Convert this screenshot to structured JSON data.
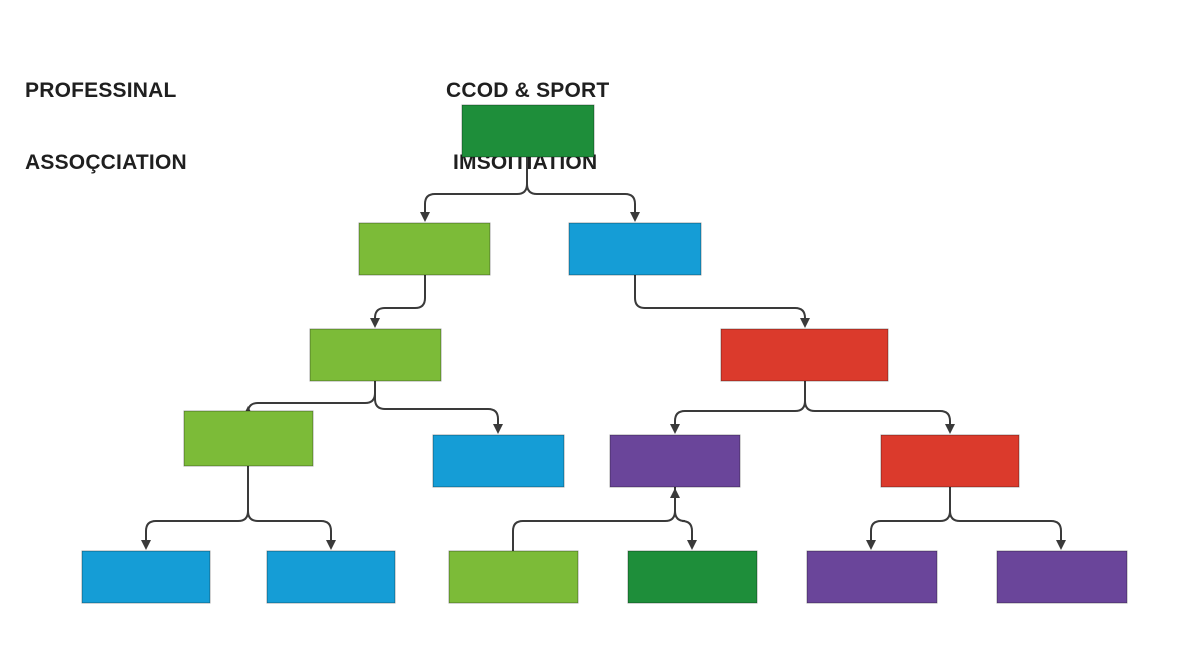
{
  "headings": {
    "left_line1": "PROFESSINAL",
    "left_line2": "ASSOÇCIATION",
    "center_line1": "CCOD & SPORT",
    "center_line2": "IMSOITIATION"
  },
  "colors": {
    "dark_green": "#1e8e3a",
    "light_green": "#7cbb38",
    "blue": "#159dd6",
    "red": "#db3a2c",
    "purple": "#6a459a",
    "connector": "#3a3a3a"
  },
  "nodes": [
    {
      "id": "root",
      "color": "dark_green",
      "label": ""
    },
    {
      "id": "l1-left",
      "color": "light_green",
      "label": ""
    },
    {
      "id": "l1-right",
      "color": "blue",
      "label": ""
    },
    {
      "id": "l2-left",
      "color": "light_green",
      "label": ""
    },
    {
      "id": "l2-right",
      "color": "red",
      "label": ""
    },
    {
      "id": "l3-a",
      "color": "light_green",
      "label": ""
    },
    {
      "id": "l3-b",
      "color": "blue",
      "label": ""
    },
    {
      "id": "l3-c",
      "color": "purple",
      "label": ""
    },
    {
      "id": "l3-d",
      "color": "red",
      "label": ""
    },
    {
      "id": "l4-a",
      "color": "blue",
      "label": ""
    },
    {
      "id": "l4-b",
      "color": "blue",
      "label": ""
    },
    {
      "id": "l4-c",
      "color": "light_green",
      "label": ""
    },
    {
      "id": "l4-d",
      "color": "dark_green",
      "label": ""
    },
    {
      "id": "l4-e",
      "color": "purple",
      "label": ""
    },
    {
      "id": "l4-f",
      "color": "purple",
      "label": ""
    }
  ],
  "edges": [
    {
      "from": "root",
      "to": "l1-left"
    },
    {
      "from": "root",
      "to": "l1-right"
    },
    {
      "from": "l1-left",
      "to": "l2-left"
    },
    {
      "from": "l1-right",
      "to": "l2-right"
    },
    {
      "from": "l2-left",
      "to": "l3-a"
    },
    {
      "from": "l2-left",
      "to": "l3-b"
    },
    {
      "from": "l2-right",
      "to": "l3-c"
    },
    {
      "from": "l2-right",
      "to": "l3-d"
    },
    {
      "from": "l3-a",
      "to": "l4-a"
    },
    {
      "from": "l3-a",
      "to": "l4-b"
    },
    {
      "from": "l4-c",
      "to": "l3-c"
    },
    {
      "from": "l3-c",
      "to": "l4-d"
    },
    {
      "from": "l3-d",
      "to": "l4-e"
    },
    {
      "from": "l3-d",
      "to": "l4-f"
    }
  ]
}
